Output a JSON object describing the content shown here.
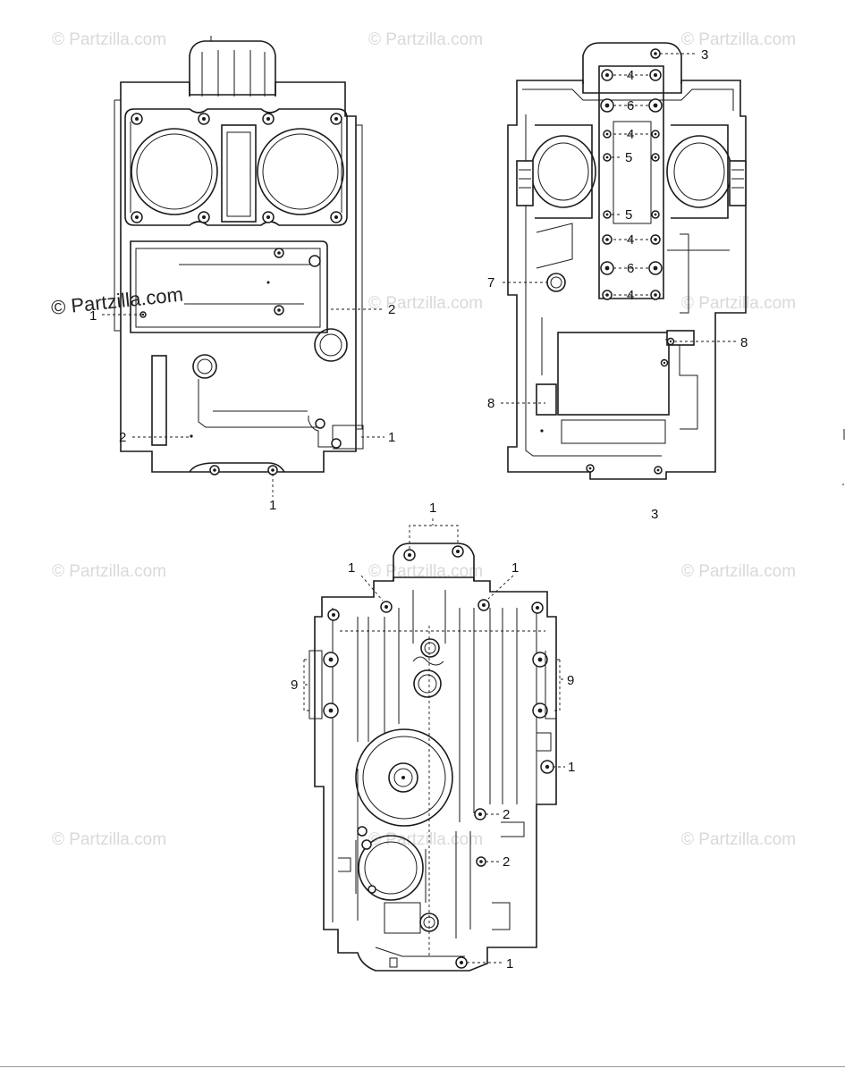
{
  "watermarks": {
    "text": "© Partzilla.com",
    "prominent": "© Partzilla.com"
  },
  "callouts": {
    "top_left": {
      "c1_left": "1",
      "c2_right": "2",
      "c2_lower": "2",
      "c1_lower_right": "1",
      "c1_bottom": "1"
    },
    "top_right": {
      "c3_top": "3",
      "c4_a": "4",
      "c6_a": "6",
      "c4_b": "4",
      "c5_a": "5",
      "c5_b": "5",
      "c4_c": "4",
      "c6_b": "6",
      "c7": "7",
      "c4_d": "4",
      "c8_right": "8",
      "c8_left": "8",
      "c3_bottom": "3"
    },
    "bottom": {
      "c1_top": "1",
      "c1_upper_left": "1",
      "c1_upper_right": "1",
      "c9_left": "9",
      "c9_right": "9",
      "c1_mid_right": "1",
      "c2_upper": "2",
      "c2_lower": "2",
      "c1_bottom": "1"
    }
  },
  "colors": {
    "line": "#1a1a1a",
    "watermark": "#d9d9d9"
  }
}
